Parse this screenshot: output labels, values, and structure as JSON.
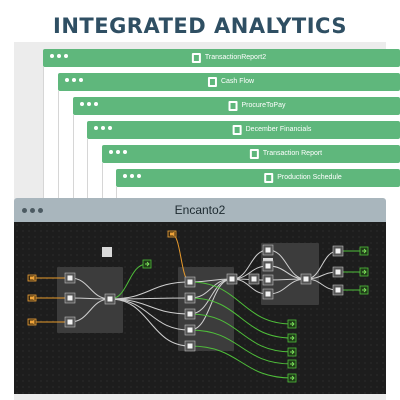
{
  "header": {
    "title": "INTEGRATED ANALYTICS"
  },
  "colors": {
    "title": "#2f4f63",
    "tab": "#5fb77c",
    "window_bar": "#a9b6bd",
    "canvas": "#1d1d1d",
    "node": "#555555",
    "node_inner": "#f2f2f2",
    "wire": "#cfcfcf",
    "output_wire": "#4fbf3a",
    "input_wire": "#e89a2c",
    "group": "#3c3c3c"
  },
  "tabs": [
    {
      "label": "TransactionReport2",
      "icon": "spreadsheet-icon"
    },
    {
      "label": "Cash Flow",
      "icon": "spreadsheet-icon"
    },
    {
      "label": "ProcureToPay",
      "icon": "spreadsheet-icon"
    },
    {
      "label": "December Financials",
      "icon": "spreadsheet-icon"
    },
    {
      "label": "Transaction Report",
      "icon": "spreadsheet-icon"
    },
    {
      "label": "Production Schedule",
      "icon": "spreadsheet-icon"
    }
  ],
  "window": {
    "title": "Encanto2"
  }
}
